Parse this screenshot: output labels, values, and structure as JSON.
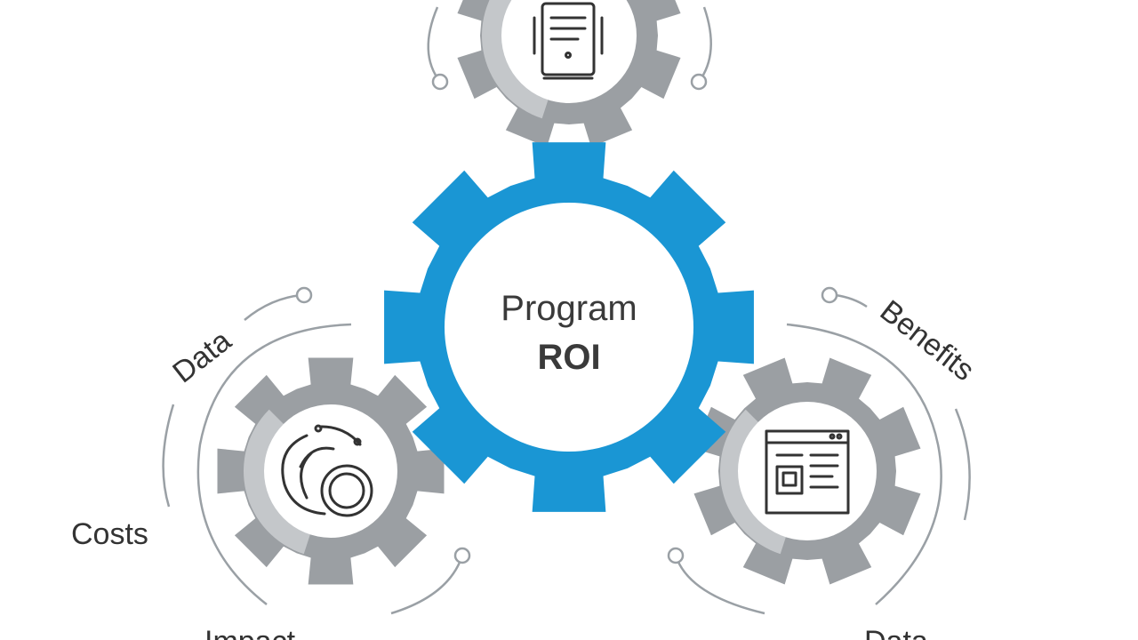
{
  "center": {
    "line1": "Program",
    "line2": "ROI"
  },
  "labels": {
    "data_left": "Data",
    "costs": "Costs",
    "impact": "Impact",
    "benefits": "Benefits",
    "data_right": "Data"
  },
  "icons": {
    "top": "tablet-document-icon",
    "left": "coins-icon",
    "right": "dashboard-window-icon"
  },
  "colors": {
    "center_gear": "#1a96d4",
    "side_gears": "#9b9fa3",
    "side_gears_light": "#c4c7ca",
    "text": "#333333"
  }
}
